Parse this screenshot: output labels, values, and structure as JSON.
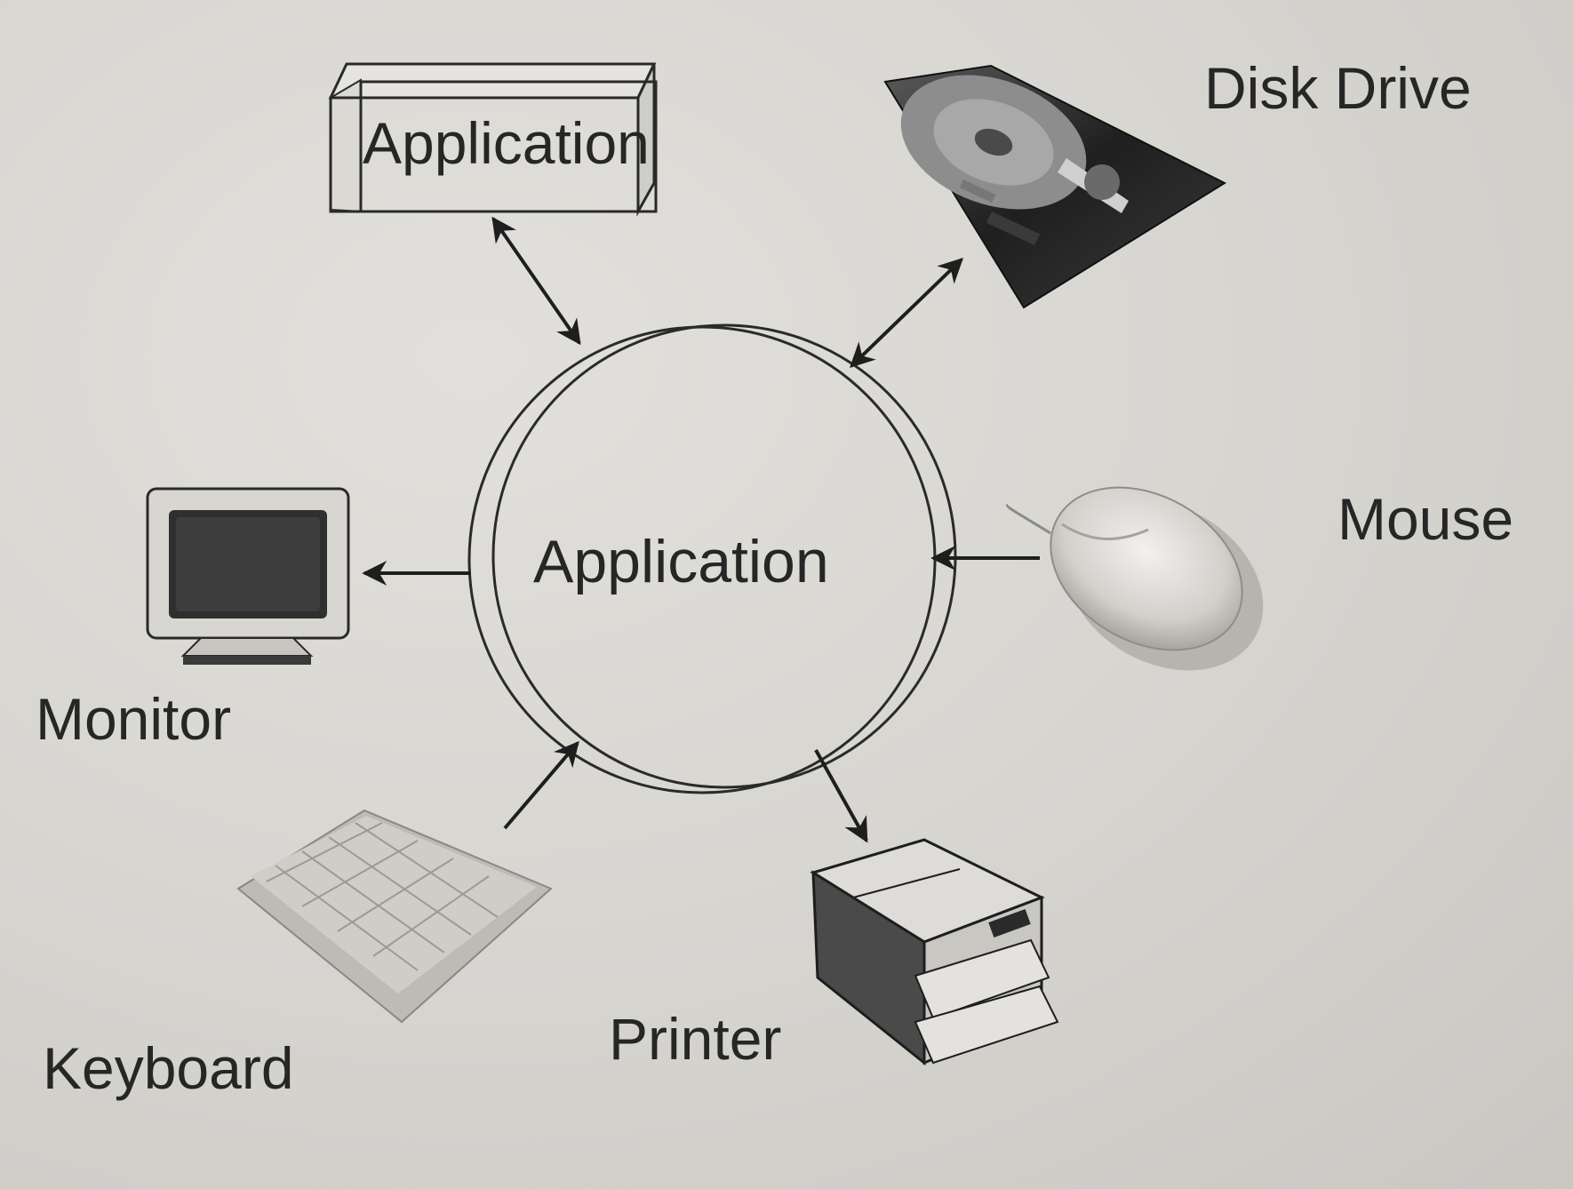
{
  "diagram": {
    "box_label": "Application",
    "center_label": "Application",
    "labels": {
      "disk_drive": "Disk Drive",
      "mouse": "Mouse",
      "monitor": "Monitor",
      "keyboard": "Keyboard",
      "printer": "Printer"
    },
    "icons": {
      "disk_drive": "hard-disk-drive-icon",
      "mouse": "mouse-icon",
      "monitor": "crt-monitor-icon",
      "keyboard": "keyboard-icon",
      "printer": "laser-printer-icon"
    },
    "colors": {
      "background": "#d9d7d3",
      "ink": "#262626"
    }
  }
}
